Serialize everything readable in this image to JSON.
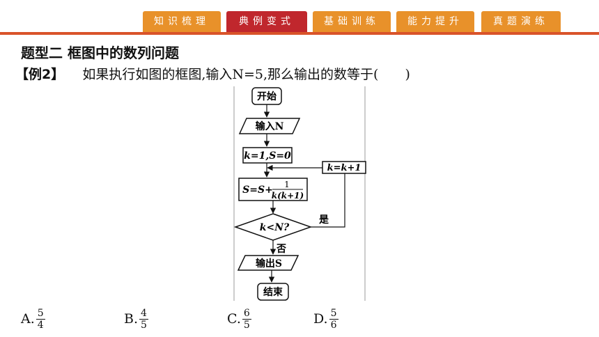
{
  "nav": {
    "tabs": [
      {
        "label": "知识梳理",
        "active": false
      },
      {
        "label": "典例变式",
        "active": true
      },
      {
        "label": "基础训练",
        "active": false
      },
      {
        "label": "能力提升",
        "active": false
      },
      {
        "label": "真题演练",
        "active": false
      }
    ]
  },
  "section": {
    "title": "题型二  框图中的数列问题"
  },
  "question": {
    "label": "【例2】",
    "text": "如果执行如图的框图,输入N=5,那么输出的数等于(　　)"
  },
  "flowchart": {
    "start": "开始",
    "input": "输入N",
    "init": "k=1,S=0",
    "update_s_prefix": "S=S+",
    "update_s_num": "1",
    "update_s_den": "k(k+1)",
    "increment": "k=k+1",
    "condition": "k<N?",
    "yes": "是",
    "no": "否",
    "output": "输出S",
    "end": "结束"
  },
  "answers": [
    {
      "letter": "A.",
      "num": "5",
      "den": "4"
    },
    {
      "letter": "B.",
      "num": "4",
      "den": "5"
    },
    {
      "letter": "C.",
      "num": "6",
      "den": "5"
    },
    {
      "letter": "D.",
      "num": "5",
      "den": "6"
    }
  ],
  "colors": {
    "tab_inactive": "#e8912a",
    "tab_active": "#c0272d",
    "bar": "#d9532a"
  }
}
